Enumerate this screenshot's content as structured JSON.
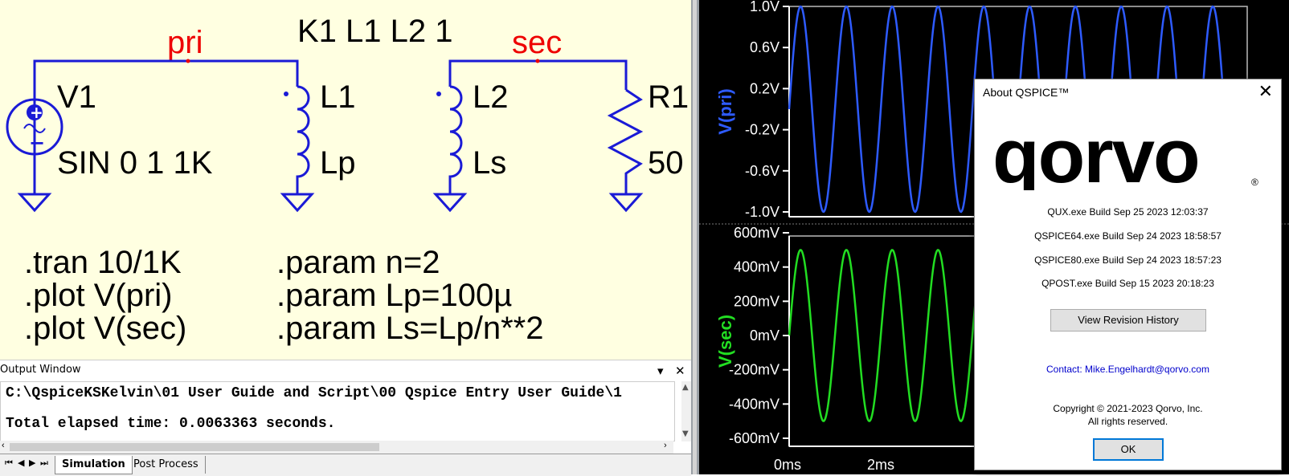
{
  "schematic": {
    "net_pri": "pri",
    "net_sec": "sec",
    "coupling": "K1 L1 L2 1",
    "v1_name": "V1",
    "v1_value": "SIN 0 1 1K",
    "l1_name": "L1",
    "l1_value": "Lp",
    "l2_name": "L2",
    "l2_value": "Ls",
    "r1_name": "R1",
    "r1_value": "50",
    "directives_left": [
      ".tran 10/1K",
      ".plot V(pri)",
      ".plot V(sec)"
    ],
    "directives_right": [
      ".param n=2",
      ".param Lp=100µ",
      ".param Ls=Lp/n**2"
    ],
    "colors": {
      "background": "#ffffe1",
      "wire": "#1a1ad6",
      "net_label": "#e00000"
    }
  },
  "output_window": {
    "title": "Output Window",
    "lines": [
      "C:\\QspiceKSKelvin\\01 User Guide and Script\\00 Qspice Entry User Guide\\1",
      "Total elapsed time: 0.0063363 seconds."
    ],
    "tabs": [
      {
        "label": "Simulation",
        "active": true
      },
      {
        "label": "Post Process",
        "active": false
      }
    ]
  },
  "waveform": {
    "top_plot": {
      "ylabel": "V(pri)",
      "color": "#2e5bff",
      "yticks": [
        "1.0V",
        "0.6V",
        "0.2V",
        "-0.2V",
        "-0.6V",
        "-1.0V"
      ],
      "amplitude": 1.0,
      "ylim": [
        -1.0,
        1.0
      ]
    },
    "bottom_plot": {
      "ylabel": "V(sec)",
      "color": "#22dd22",
      "yticks": [
        "600mV",
        "400mV",
        "200mV",
        "0mV",
        "-200mV",
        "-400mV",
        "-600mV"
      ],
      "amplitude": 0.5,
      "ylim": [
        -0.6,
        0.6
      ]
    },
    "xticks": [
      "0ms",
      "2ms"
    ],
    "frequency_khz": 1
  },
  "about_dialog": {
    "title": "About QSPICE™",
    "logo_text": "qorvo",
    "registered_mark": "®",
    "builds": [
      "QUX.exe Build Sep 25 2023 12:03:37",
      "QSPICE64.exe Build Sep 24 2023 18:58:57",
      "QSPICE80.exe Build Sep 24 2023 18:57:23",
      "QPOST.exe Build Sep 15 2023 20:18:23"
    ],
    "revision_button": "View Revision History",
    "contact": "Contact: Mike.Engelhardt@qorvo.com",
    "copyright": "Copyright © 2021-2023 Qorvo, Inc.",
    "rights": "All rights reserved.",
    "ok_button": "OK"
  }
}
